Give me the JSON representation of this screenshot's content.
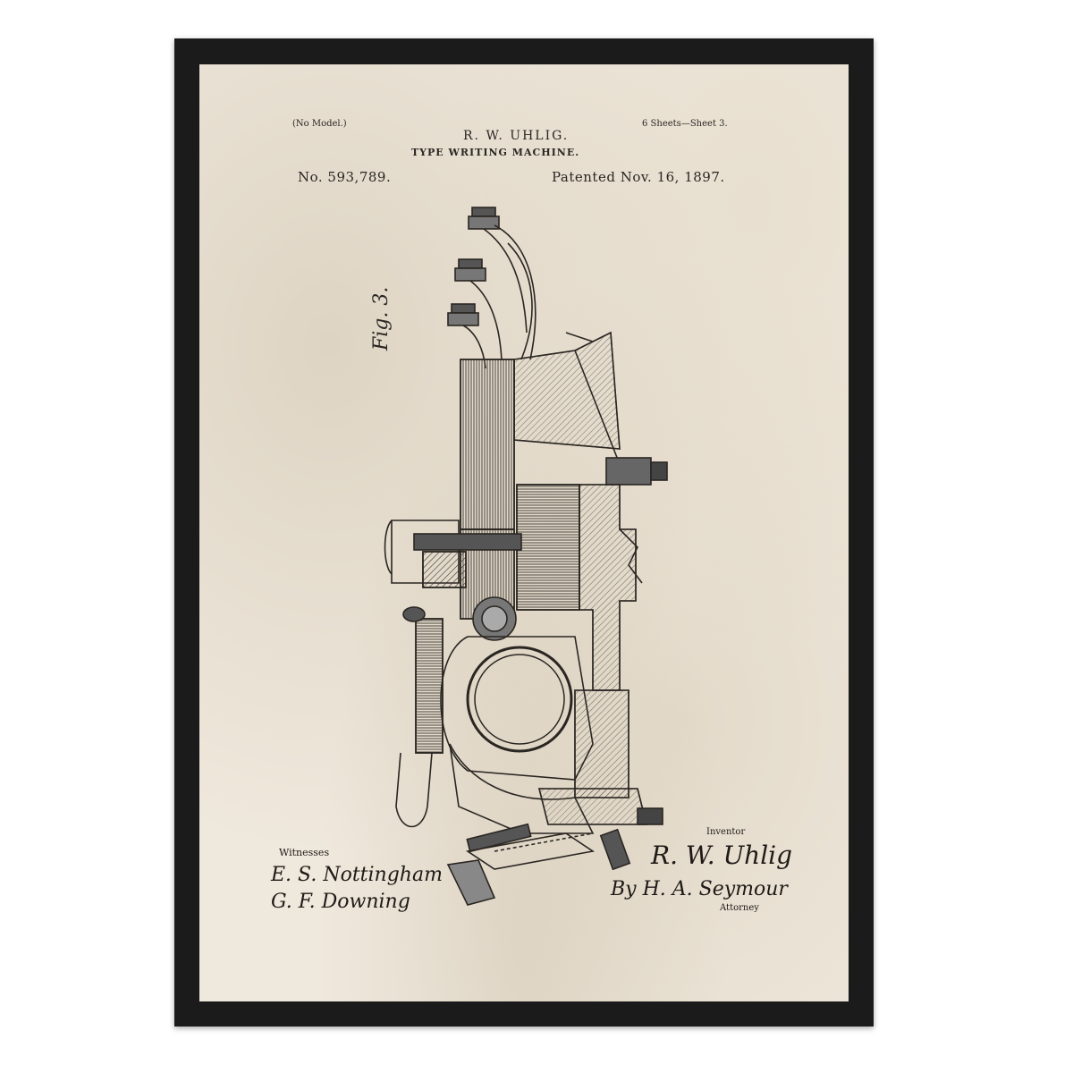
{
  "header": {
    "no_model": "(No Model.)",
    "inventor": "R. W. UHLIG.",
    "sheets": "6 Sheets—Sheet 3.",
    "invention": "TYPE WRITING MACHINE.",
    "patent_no": "No. 593,789.",
    "patent_date": "Patented Nov. 16, 1897."
  },
  "figure_label": "Fig. 3.",
  "signatures": {
    "witnesses_label": "Witnesses",
    "witness_1": "E. S. Nottingham",
    "witness_2": "G. F. Downing",
    "inventor_label": "Inventor",
    "inventor_signature": "R. W. Uhlig",
    "attorney_signature": "By H. A. Seymour",
    "attorney_label": "Attorney"
  },
  "colors": {
    "frame": "#1b1b1b",
    "paper": "#efe8dc",
    "ink": "#2a2622"
  }
}
